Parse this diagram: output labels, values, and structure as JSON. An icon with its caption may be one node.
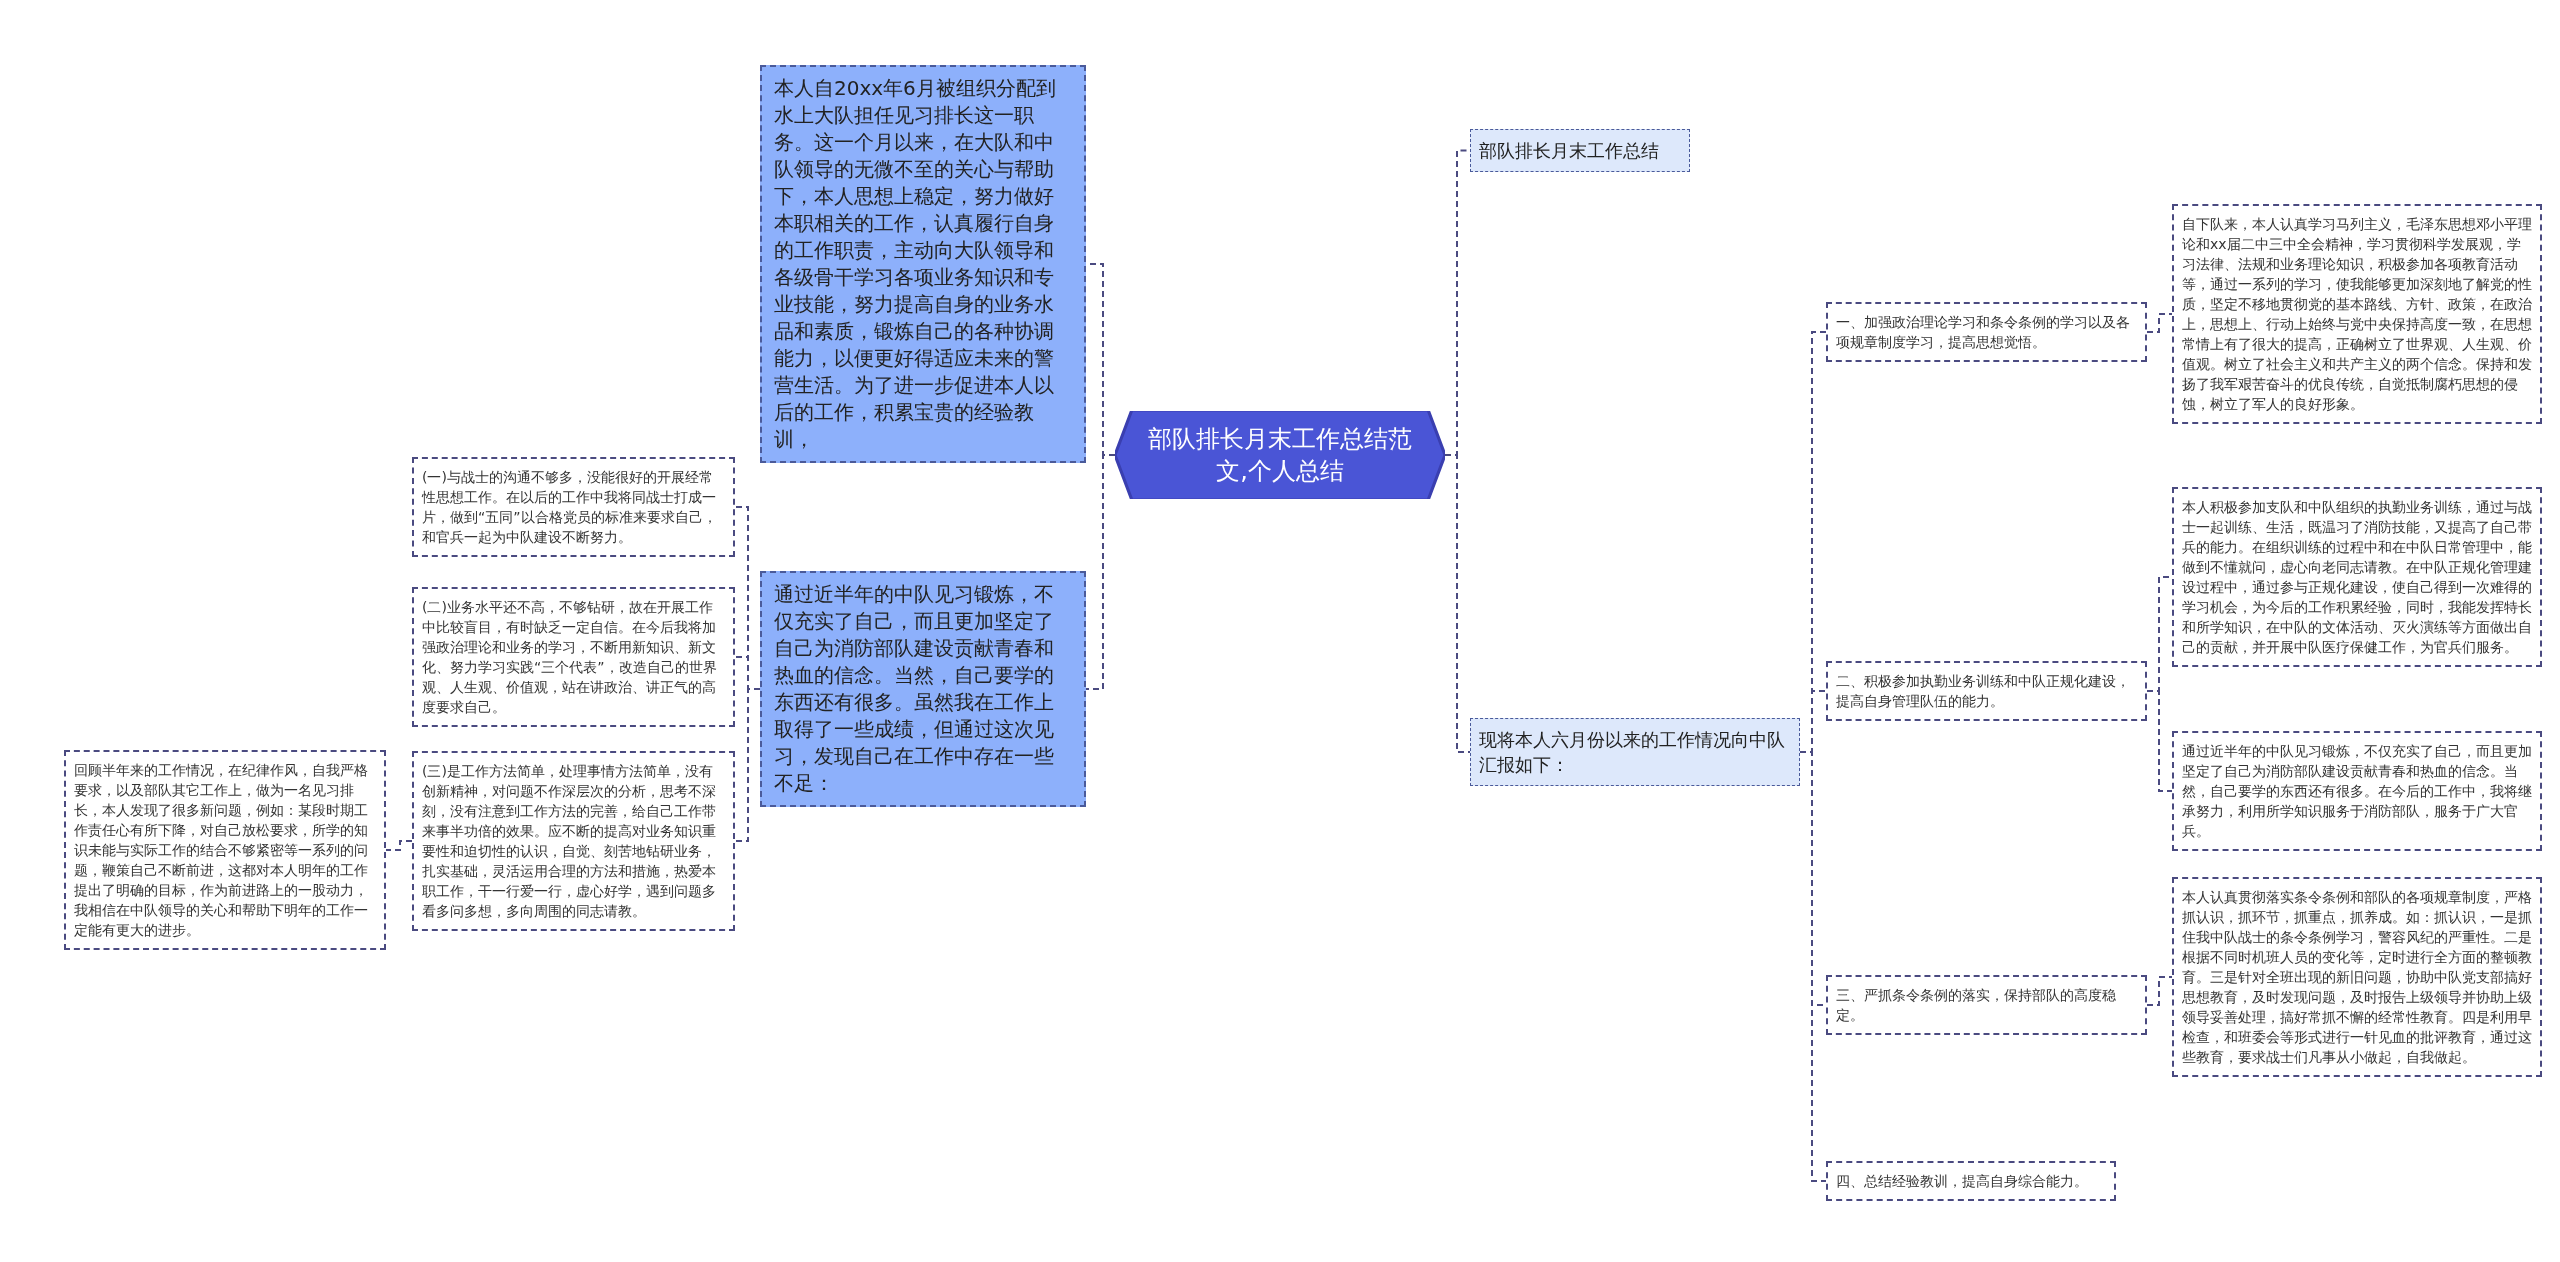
{
  "diagram": {
    "nodes": [
      {
        "text": [
          "部队排长月末工作总结范文,个人总结"
        ]
      },
      {
        "text": [
          "本人自20xx年6月被组织分配到水上大队担任见习排长这一职务。这一个月以来，在大队和中队领导的无微不至的关心与帮助下，本人思想上稳定，努力做好本职相关的工作，认真履行自身的工作职责，主动向大队领导和各级骨干学习各项业务知识和专业技能，努力提高自身的业务水品和素质，锻炼自己的各种协调能力，以便更好得适应未来的警营生活。为了进一步促进本人以后的工作，积累宝贵的经验教训，"
        ]
      },
      {
        "text": [
          "通过近半年的中队见习锻炼，不仅充实了自己，而且更加坚定了自己为消防部队建设贡献青春和热血的信念。当然，自己要学的东西还有很多。虽然我在工作上取得了一些成绩，但通过这次见习，发现自己在工作中存在一些不足："
        ]
      },
      {
        "text": [
          "(一)与战士的沟通不够多，没能很好的开展经常性思想工作。在以后的工作中我将同战士打成一片，做到“五同”以合格党员的标准来要求自己，和官兵一起为中队建设不断努力。"
        ]
      },
      {
        "text": [
          "(二)业务水平还不高，不够钻研，故在开展工作中比较盲目，有时缺乏一定自信。在今后我将加强政治理论和业务的学习，不断用新知识、新文化、努力学习实践“三个代表”，改造自己的世界观、人生观、价值观，站在讲政治、讲正气的高度要求自己。"
        ]
      },
      {
        "text": [
          "(三)是工作方法简单，处理事情方法简单，没有创新精神，对问题不作深层次的分析，思考不深刻，没有注意到工作方法的完善，给自己工作带来事半功倍的效果。应不断的提高对业务知识重要性和迫切性的认识，自觉、刻苦地钻研业务，扎实基础，灵活运用合理的方法和措施，热爱本职工作，干一行爱一行，虚心好学，遇到问题多看多问多想，多向周围的同志请教。"
        ]
      },
      {
        "text": [
          "回顾半年来的工作情况，在纪律作风，自我严格要求，以及部队其它工作上，做为一名见习排长，本人发现了很多新问题，例如：某段时期工作责任心有所下降，对自己放松要求，所学的知识未能与实际工作的结合不够紧密等一系列的问题，鞭策自己不断前进，这都对本人明年的工作提出了明确的目标，作为前进路上的一股动力，我相信在中队领导的关心和帮助下明年的工作一定能有更大的进步。"
        ]
      },
      {
        "text": [
          "部队排长月末工作总结"
        ]
      },
      {
        "text": [
          "现将本人六月份以来的工作情况向中队汇报如下："
        ]
      },
      {
        "text": [
          "一、加强政治理论学习和条令条例的学习以及各项规章制度学习，提高思想觉悟。"
        ]
      },
      {
        "text": [
          "自下队来，本人认真学习马列主义，毛泽东思想邓小平理论和xx届二中三中全会精神，学习贯彻科学发展观，学习法律、法规和业务理论知识，积极参加各项教育活动等，通过一系列的学习，使我能够更加深刻地了解党的性质，坚定不移地贯彻党的基本路线、方针、政策，在政治上，思想上、行动上始终与党中央保持高度一致，在思想常情上有了很大的提高，正确树立了世界观、人生观、价值观。树立了社会主义和共产主义的两个信念。保持和发扬了我军艰苦奋斗的优良传统，自觉抵制腐朽思想的侵蚀，树立了军人的良好形象。"
        ]
      },
      {
        "text": [
          "二、积极参加执勤业务训练和中队正规化建设，提高自身管理队伍的能力。"
        ]
      },
      {
        "text": [
          "本人积极参加支队和中队组织的执勤业务训练，通过与战士一起训练、生活，既温习了消防技能，又提高了自己带兵的能力。在组织训练的过程中和在中队日常管理中，能做到不懂就问，虚心向老同志请教。在中队正规化管理建设过程中，通过参与正规化建设，使自己得到一次难得的学习机会，为今后的工作积累经验，同时，我能发挥特长和所学知识，在中队的文体活动、灭火演练等方面做出自己的贡献，并开展中队医疗保健工作，为官兵们服务。"
        ]
      },
      {
        "text": [
          "通过近半年的中队见习锻炼，不仅充实了自己，而且更加坚定了自己为消防部队建设贡献青春和热血的信念。当然，自己要学的东西还有很多。在今后的工作中，我将继承努力，利用所学知识服务于消防部队，服务于广大官兵。"
        ]
      },
      {
        "text": [
          "三、严抓条令条例的落实，保持部队的高度稳定。"
        ]
      },
      {
        "text": [
          "本人认真贯彻落实条令条例和部队的各项规章制度，严格抓认识，抓环节，抓重点，抓养成。如：抓认识，一是抓住我中队战士的条令条例学习，警容风纪的严重性。二是根据不同时机班人员的变化等，定时进行全方面的整顿教育。三是针对全班出现的新旧问题，协助中队党支部搞好思想教育，及时发现问题，及时报告上级领导并协助上级领导妥善处理，搞好常抓不懈的经常性教育。四是利用早检查，和班委会等形式进行一针见血的批评教育，通过这些教育，要求战士们凡事从小做起，自我做起。"
        ]
      },
      {
        "text": [
          "四、总结经验教训，提高自身综合能力。"
        ]
      }
    ],
    "edges": [
      {
        "from": 0,
        "to": 1,
        "arrow": "none",
        "style": "dashed"
      },
      {
        "from": 0,
        "to": 2,
        "arrow": "none",
        "style": "dashed"
      },
      {
        "from": 2,
        "to": 3,
        "arrow": "none",
        "style": "dashed"
      },
      {
        "from": 2,
        "to": 4,
        "arrow": "none",
        "style": "dashed"
      },
      {
        "from": 2,
        "to": 5,
        "arrow": "none",
        "style": "dashed"
      },
      {
        "from": 5,
        "to": 6,
        "arrow": "none",
        "style": "dashed"
      },
      {
        "from": 0,
        "to": 7,
        "arrow": "none",
        "style": "dashed"
      },
      {
        "from": 0,
        "to": 8,
        "arrow": "none",
        "style": "dashed"
      },
      {
        "from": 8,
        "to": 9,
        "arrow": "none",
        "style": "dashed"
      },
      {
        "from": 9,
        "to": 10,
        "arrow": "none",
        "style": "dashed"
      },
      {
        "from": 8,
        "to": 11,
        "arrow": "none",
        "style": "dashed"
      },
      {
        "from": 11,
        "to": 12,
        "arrow": "none",
        "style": "dashed"
      },
      {
        "from": 11,
        "to": 13,
        "arrow": "none",
        "style": "dashed"
      },
      {
        "from": 8,
        "to": 14,
        "arrow": "none",
        "style": "dashed"
      },
      {
        "from": 14,
        "to": 15,
        "arrow": "none",
        "style": "dashed"
      },
      {
        "from": 8,
        "to": 16,
        "arrow": "none",
        "style": "dashed"
      }
    ]
  }
}
